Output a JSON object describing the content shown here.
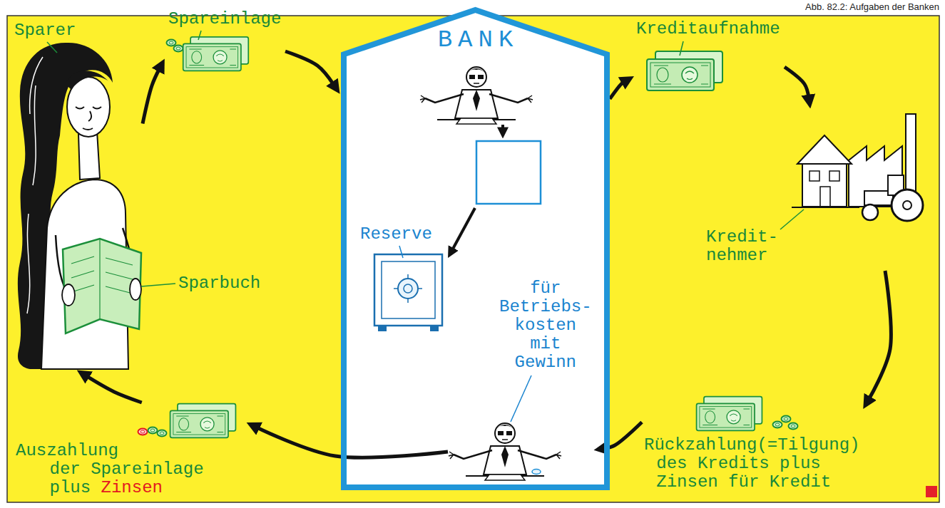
{
  "diagram": {
    "caption": "Abb. 82.2: Aufgaben der Banken",
    "nodes": [
      {
        "text": [
          "Sparer"
        ]
      },
      {
        "text": [
          "Spareinlage"
        ]
      },
      {
        "text": [
          "BANK"
        ]
      },
      {
        "text": [
          "Reserve"
        ],
        "in": 2
      },
      {
        "text": [
          "für Betriebs- kosten mit Gewinn"
        ],
        "in": 2
      },
      {
        "text": [
          "Kreditaufnahme"
        ]
      },
      {
        "text": [
          "Kredit- nehmer"
        ]
      },
      {
        "text": [
          "Rückzahlung(=Tilgung) des Kredits plus Zinsen für Kredit"
        ]
      },
      {
        "text": [
          "Auszahlung der Spareinlage plus",
          "Zinsen"
        ]
      }
    ],
    "edges": [
      {
        "from": 0,
        "to": 1,
        "arrow": "to"
      },
      {
        "from": 1,
        "to": 2,
        "arrow": "to"
      },
      {
        "from": 2,
        "to": 5,
        "arrow": "to"
      },
      {
        "from": 5,
        "to": 6,
        "arrow": "to"
      },
      {
        "from": 6,
        "to": 7,
        "arrow": "to"
      },
      {
        "from": 7,
        "to": 4,
        "arrow": "to"
      },
      {
        "from": 4,
        "to": 8,
        "arrow": "to"
      },
      {
        "from": 8,
        "to": 0,
        "arrow": "to"
      }
    ],
    "labels": [
      "Sparbuch"
    ]
  }
}
